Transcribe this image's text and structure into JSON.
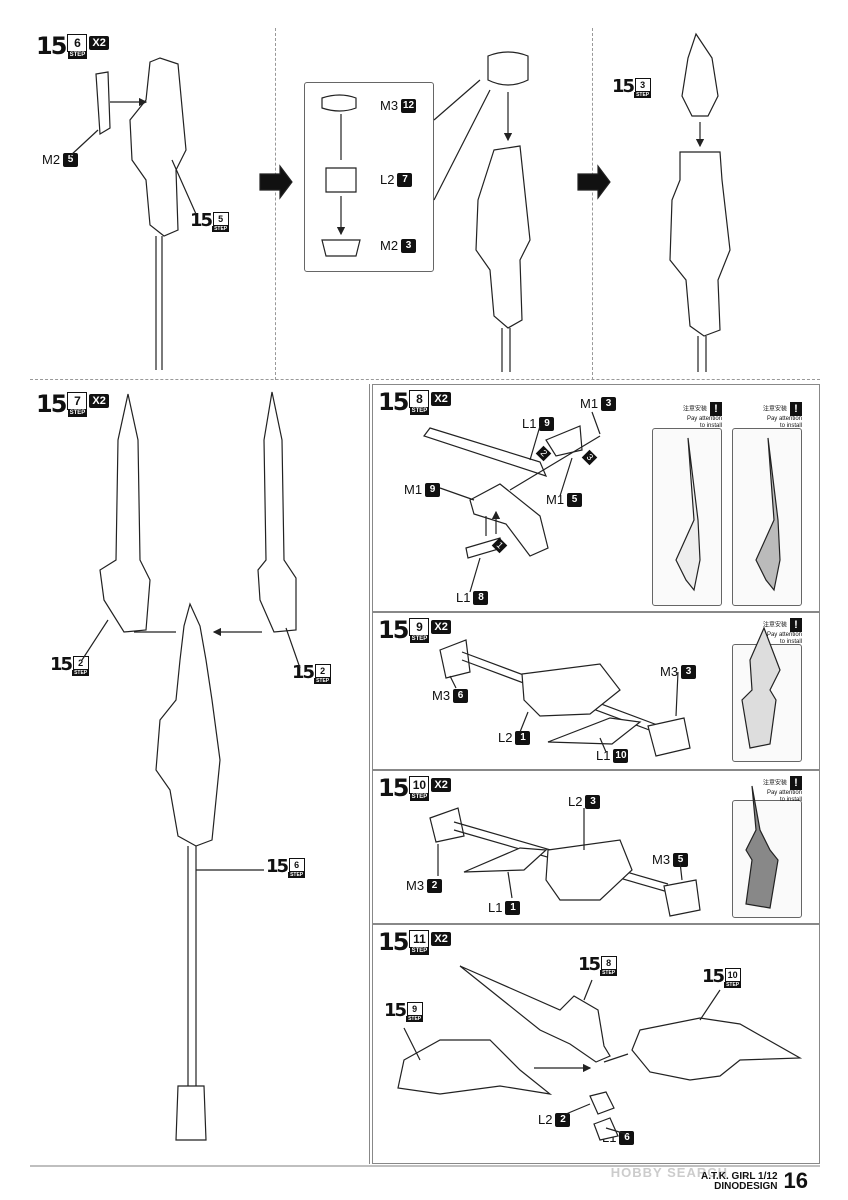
{
  "steps": {
    "s156": {
      "main": "15",
      "sub": "6",
      "label": "STEP",
      "mult": "X2"
    },
    "s157": {
      "main": "15",
      "sub": "7",
      "label": "STEP",
      "mult": "X2"
    },
    "s158": {
      "main": "15",
      "sub": "8",
      "label": "STEP",
      "mult": "X2"
    },
    "s159": {
      "main": "15",
      "sub": "9",
      "label": "STEP",
      "mult": "X2"
    },
    "s1510": {
      "main": "15",
      "sub": "10",
      "label": "STEP",
      "mult": "X2"
    },
    "s1511": {
      "main": "15",
      "sub": "11",
      "label": "STEP",
      "mult": "X2"
    }
  },
  "refs": {
    "r155": {
      "main": "15",
      "sub": "5",
      "label": "STEP"
    },
    "r153": {
      "main": "15",
      "sub": "3",
      "label": "STEP"
    },
    "r152a": {
      "main": "15",
      "sub": "2",
      "label": "STEP"
    },
    "r152b": {
      "main": "15",
      "sub": "2",
      "label": "STEP"
    },
    "r156": {
      "main": "15",
      "sub": "6",
      "label": "STEP"
    },
    "r158": {
      "main": "15",
      "sub": "8",
      "label": "STEP"
    },
    "r1510": {
      "main": "15",
      "sub": "10",
      "label": "STEP"
    },
    "r159": {
      "main": "15",
      "sub": "9",
      "label": "STEP"
    }
  },
  "parts": {
    "p1": {
      "name": "M2",
      "num": "5"
    },
    "p2": {
      "name": "M3",
      "num": "12"
    },
    "p3": {
      "name": "L2",
      "num": "7"
    },
    "p4": {
      "name": "M2",
      "num": "3"
    },
    "p5": {
      "name": "M1",
      "num": "3"
    },
    "p6": {
      "name": "L1",
      "num": "9"
    },
    "p7": {
      "name": "M1",
      "num": "9"
    },
    "p8": {
      "name": "M1",
      "num": "5"
    },
    "p9": {
      "name": "L1",
      "num": "8"
    },
    "p10": {
      "name": "M3",
      "num": "3"
    },
    "p11": {
      "name": "M3",
      "num": "6"
    },
    "p12": {
      "name": "L2",
      "num": "1"
    },
    "p13": {
      "name": "L1",
      "num": "10"
    },
    "p14": {
      "name": "L2",
      "num": "3"
    },
    "p15": {
      "name": "M3",
      "num": "5"
    },
    "p16": {
      "name": "M3",
      "num": "2"
    },
    "p17": {
      "name": "L1",
      "num": "1"
    },
    "p18": {
      "name": "L2",
      "num": "2"
    },
    "p19": {
      "name": "L1",
      "num": "6"
    }
  },
  "attention": {
    "cn": "注意安装",
    "en1": "Pay attention",
    "en2": "to install",
    "mark": "!"
  },
  "order_marks": [
    "1",
    "2",
    "3"
  ],
  "footer": {
    "brand_line1": "A.T.K. GIRL 1/12",
    "brand_line2": "DINODESIGN",
    "page": "16"
  },
  "watermark": "HOBBY SEARCH"
}
